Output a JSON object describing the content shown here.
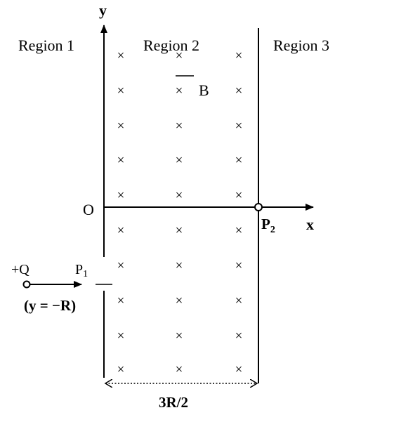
{
  "regions": {
    "region1": "Region 1",
    "region2": "Region 2",
    "region3": "Region 3"
  },
  "axes": {
    "y_label": "y",
    "x_label": "x",
    "origin_label": "O"
  },
  "field": {
    "symbol": "×",
    "label": "B",
    "columns": 3,
    "rows": 10
  },
  "particle": {
    "charge_label": "+Q",
    "position_label": "(y = −R)"
  },
  "points": {
    "p1_main": "P",
    "p1_sub": "1",
    "p2_main": "P",
    "p2_sub": "2"
  },
  "dimension": {
    "width_label": "3R/2"
  }
}
